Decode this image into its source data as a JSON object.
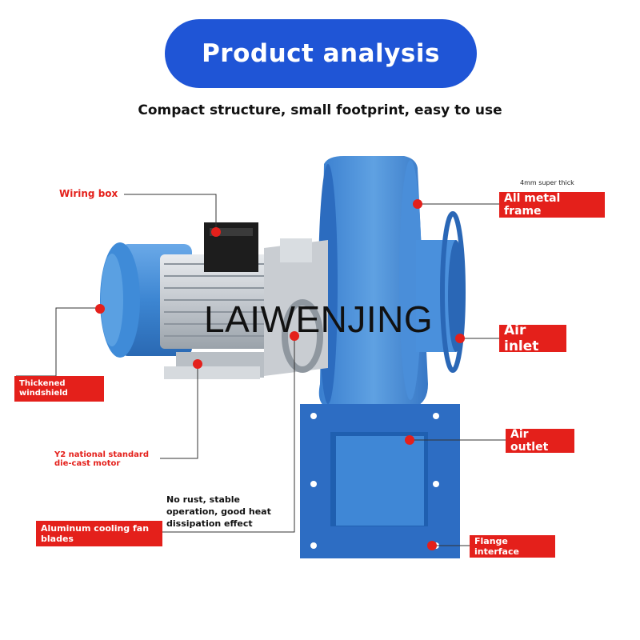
{
  "header": {
    "title": "Product analysis",
    "subtitle": "Compact structure, small footprint, easy to use"
  },
  "callouts": {
    "wiring_box": "Wiring box",
    "thickened_windshield": "Thickened windshield",
    "y2_motor_line1": "Y2 national standard",
    "y2_motor_line2": "die-cast motor",
    "no_rust_line1": "No rust, stable",
    "no_rust_line2": "operation, good heat",
    "no_rust_line3": "dissipation effect",
    "aluminum_blades": "Aluminum cooling fan blades",
    "super_thick": "4mm super thick",
    "all_metal_frame": "All metal frame",
    "air_inlet": "Air inlet",
    "air_outlet": "Air outlet",
    "flange_interface": "Flange interface"
  },
  "watermark": "LAIWENJING",
  "colors": {
    "accent_blue": "#1f55d6",
    "label_red": "#e4201b",
    "fan_blue": "#3f8bd8"
  }
}
